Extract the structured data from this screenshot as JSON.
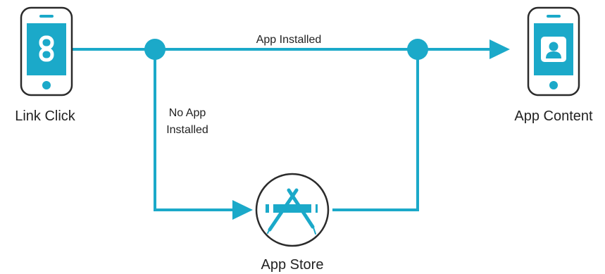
{
  "colors": {
    "accent": "#1ba9c9",
    "device_outline": "#2b2b2b",
    "text": "#222222",
    "background": "#ffffff"
  },
  "nodes": {
    "link_click": {
      "label": "Link Click",
      "icon": "link-chain-icon"
    },
    "app_content": {
      "label": "App Content",
      "icon": "user-profile-icon"
    },
    "app_store": {
      "label": "App Store",
      "icon": "app-store-icon"
    }
  },
  "edges": {
    "installed": {
      "label": "App Installed"
    },
    "not_installed": {
      "label_line1": "No App",
      "label_line2": "Installed"
    }
  }
}
